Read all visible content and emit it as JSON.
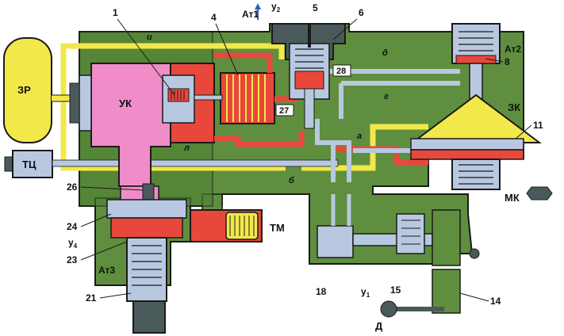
{
  "labels": {
    "zr": "ЗР",
    "tc": "ТЦ",
    "uk": "УК",
    "tm": "ТМ",
    "zk": "ЗК",
    "mk": "МК",
    "at1": "Ат1",
    "at2": "Ат2",
    "at3": "Ат3",
    "d": "Д",
    "y1": "у",
    "y1_sub": "1",
    "y2": "у",
    "y2_sub": "2",
    "y4": "у",
    "y4_sub": "4"
  },
  "channels": {
    "i": "и",
    "d": "д",
    "g": "г",
    "a": "а",
    "l": "л",
    "b": "б"
  },
  "numbers": {
    "n1": "1",
    "n4": "4",
    "n5": "5",
    "n6": "6",
    "n8": "8",
    "n11": "11",
    "n14": "14",
    "n15": "15",
    "n18": "18",
    "n21": "21",
    "n23": "23",
    "n24": "24",
    "n26": "26",
    "n27": "27",
    "n28": "28"
  },
  "colors": {
    "body_green": "#5f8f3e",
    "pipe_yellow": "#f2e84a",
    "chamber_pink": "#f08cc8",
    "chamber_red": "#e8483c",
    "pipe_blue": "#b8c8e0",
    "dark_grey": "#4a5a5a",
    "outline": "#1a1a1a"
  }
}
